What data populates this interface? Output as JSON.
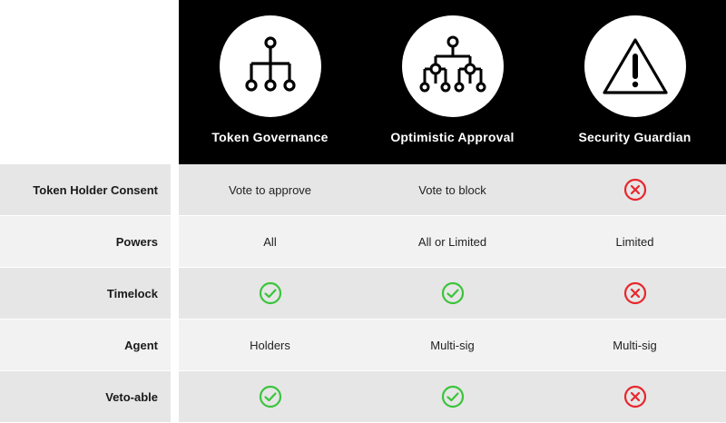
{
  "columns": [
    {
      "title": "Token Governance",
      "icon": "tree-icon"
    },
    {
      "title": "Optimistic Approval",
      "icon": "multi-tree-icon"
    },
    {
      "title": "Security Guardian",
      "icon": "warning-icon"
    }
  ],
  "rows": [
    {
      "label": "Token Holder Consent",
      "values": [
        "Vote to approve",
        "Vote to block",
        "no"
      ]
    },
    {
      "label": "Powers",
      "values": [
        "All",
        "All or Limited",
        "Limited"
      ]
    },
    {
      "label": "Timelock",
      "values": [
        "yes",
        "yes",
        "no"
      ]
    },
    {
      "label": "Agent",
      "values": [
        "Holders",
        "Multi-sig",
        "Multi-sig"
      ]
    },
    {
      "label": "Veto-able",
      "values": [
        "yes",
        "yes",
        "no"
      ]
    }
  ],
  "colors": {
    "check": "#3cc43c",
    "cross": "#e8262c",
    "header_bg": "#000000"
  }
}
